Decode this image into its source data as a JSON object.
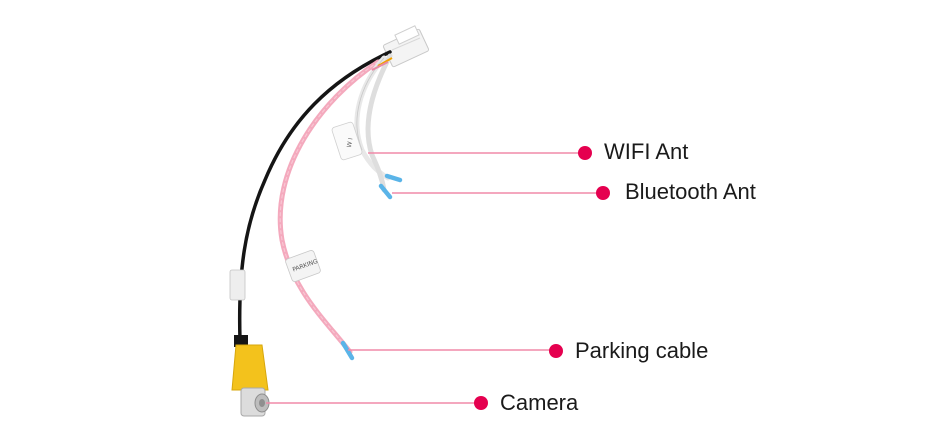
{
  "callouts": [
    {
      "label": "WIFI Ant"
    },
    {
      "label": "Bluetooth Ant"
    },
    {
      "label": "Parking cable"
    },
    {
      "label": "Camera"
    }
  ],
  "colors": {
    "accent": "#e5004f",
    "leader_line": "#f08aa8",
    "black_cable": "#151515",
    "pink_cable": "#f4a9bd",
    "rca_plug": "#f3c21c",
    "antenna_tip": "#5ab4e8",
    "connector": "#f2f2f2"
  }
}
